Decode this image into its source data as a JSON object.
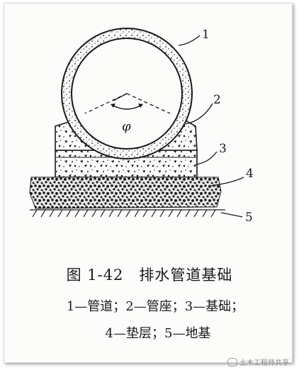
{
  "labels": {
    "l1": "1",
    "l2": "2",
    "l3": "3",
    "l4": "4",
    "l5": "5",
    "angle": "φ"
  },
  "caption": {
    "title_num": "图 1-42",
    "title_text": "排水管道基础",
    "legend_line1": "1—管道；2—管座；3—基础；",
    "legend_line2": "4—垫层；5—地基"
  },
  "watermark": {
    "text": "土木工程师共享"
  },
  "colors": {
    "ink": "#1a1a1a",
    "paper": "#fcfcfa"
  }
}
